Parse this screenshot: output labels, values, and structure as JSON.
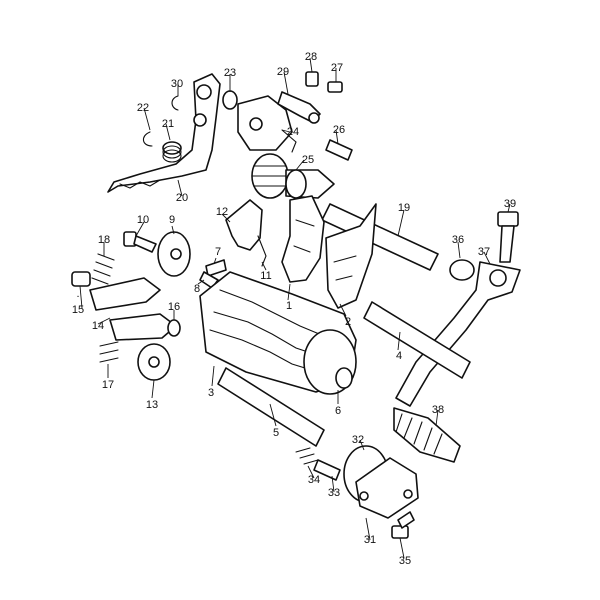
{
  "diagram": {
    "callouts": [
      "1",
      "2",
      "3",
      "4",
      "5",
      "6",
      "7",
      "8",
      "9",
      "10",
      "11",
      "12",
      "13",
      "14",
      "15",
      "16",
      "17",
      "18",
      "19",
      "20",
      "21",
      "22",
      "23",
      "24",
      "25",
      "26",
      "27",
      "28",
      "29",
      "30",
      "31",
      "32",
      "33",
      "34",
      "35",
      "36",
      "37",
      "38",
      "39"
    ],
    "marker": "."
  }
}
